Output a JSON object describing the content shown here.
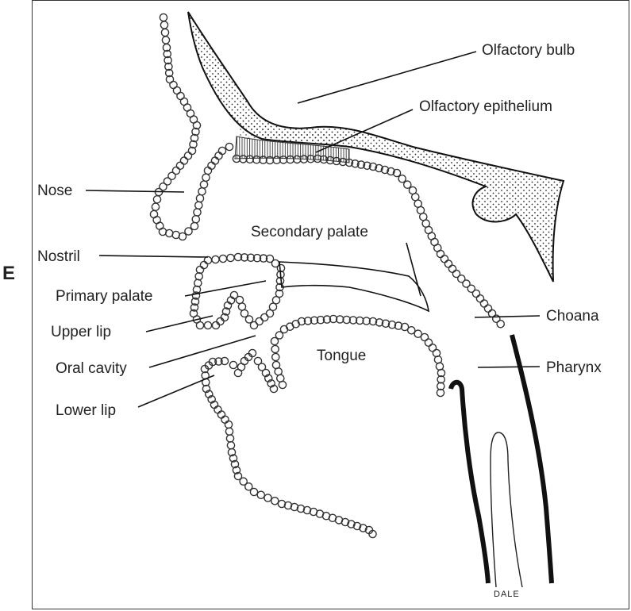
{
  "panel_letter": "E",
  "signature": "DALE",
  "labels": {
    "olfactory_bulb": "Olfactory bulb",
    "olfactory_epithelium": "Olfactory epithelium",
    "nose": "Nose",
    "secondary_palate": "Secondary palate",
    "nostril": "Nostril",
    "primary_palate": "Primary palate",
    "upper_lip": "Upper lip",
    "oral_cavity": "Oral cavity",
    "tongue": "Tongue",
    "lower_lip": "Lower lip",
    "choana": "Choana",
    "pharynx": "Pharynx"
  },
  "colors": {
    "ink": "#111111",
    "background": "#ffffff"
  }
}
